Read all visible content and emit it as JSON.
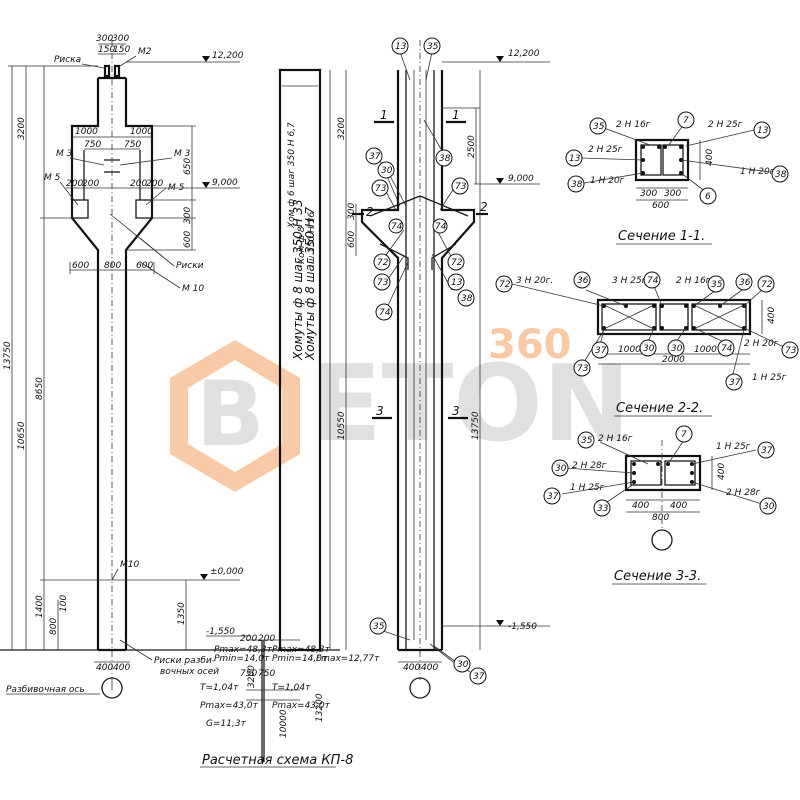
{
  "watermark": {
    "prefix": "B",
    "name": "ETON",
    "accent": "360",
    "accent_color": "#f08a3c"
  },
  "elevation_left": {
    "dim_top_total": "300",
    "dim_top_half_l": "150",
    "dim_top_half_r": "150",
    "dim_top_right": "300",
    "label_riska": "Риска",
    "label_m2": "М2",
    "elev_top": "12,200",
    "elev_console": "9,000",
    "elev_zero": "±0,000",
    "elev_bottom": "-1,550",
    "dim_3200": "3200",
    "dim_13750": "13750",
    "dim_8650": "8650",
    "dim_10650": "10650",
    "dim_1000_l": "1000",
    "dim_1000_r": "1000",
    "dim_750_l": "750",
    "dim_750_r": "750",
    "label_m3_l": "М 3",
    "label_m3_r": "М 3",
    "label_m5_l": "М 5",
    "label_m5_r": "М 5",
    "dim_200a": "200",
    "dim_200b": "200",
    "dim_200c": "200",
    "dim_200d": "200",
    "dim_650": "650",
    "dim_300": "300",
    "dim_600v": "600",
    "dim_600_l": "600",
    "dim_800": "800",
    "dim_600_r": "600",
    "label_riski": "Риски",
    "label_m10_top": "М 10",
    "label_m10_bot": "М10",
    "dim_1400": "1400",
    "dim_800v": "800",
    "dim_100": "100",
    "dim_1350": "1350",
    "dim_400_l": "400",
    "dim_400_r": "400",
    "label_riski_razb": "Риски разби-",
    "label_vochnykh": "вочных осей",
    "label_axis": "Разбивочная ось"
  },
  "elevation_mid": {
    "hatch_main": "Хомуты ф 8 шаг 350 Н 33",
    "hatch_main2": "Хомуты ф 8 шаг 350 Н 7",
    "hatch_top": "Хом ф 6 шаг 350 Н 6,7",
    "hatch_top2": "Хом ф 8",
    "hatch_top3": "ш.150 Н 36",
    "dim_3200": "3200",
    "dim_10550": "10550",
    "dim_13750": "13750",
    "dim_2500": "2500",
    "dim_300": "300",
    "dim_600": "600",
    "dim_400_l": "400",
    "dim_400_r": "400",
    "elev_top": "12,200",
    "elev_console": "9,000",
    "elev_bottom": "-1,550",
    "sec1_l": "1",
    "sec1_r": "1",
    "sec2_l": "2",
    "sec2_r": "2",
    "sec3_l": "3",
    "sec3_r": "3",
    "bubbles": [
      "13",
      "35",
      "38",
      "37",
      "30",
      "73",
      "73",
      "74",
      "74",
      "72",
      "73",
      "72",
      "13",
      "38",
      "74",
      "35",
      "30",
      "37"
    ]
  },
  "calc_scheme": {
    "title": "Расчетная схема КП-8",
    "p1": "Pmax=48,3т",
    "p2": "Pmin=14,0т",
    "p3": "Pmax=48,3т",
    "p4": "Pmin=14,0т",
    "p5": "Fmax=12,77т",
    "t1": "T=1,04т",
    "t2": "T=1,04т",
    "pmax1": "Pmax=43,0т",
    "pmax2": "Pmax=43,0т",
    "g": "G=11,3т",
    "dim_200a": "200",
    "dim_200b": "200",
    "dim_750a": "750",
    "dim_750b": "750",
    "dim_3200": "3200",
    "dim_10000": "10000",
    "dim_13200": "13200",
    "elev": "-1,550"
  },
  "section_1": {
    "title": "Сечение 1-1.",
    "l_2n16": "2 Н 16г",
    "l_2n25_l": "2 Н 25г",
    "l_2n25_r": "2 Н 25г",
    "l_1n20_l": "1 Н 20г",
    "l_1n20_r": "1 Н 20г",
    "dim_300a": "300",
    "dim_300b": "300",
    "dim_600": "600",
    "dim_400": "400",
    "bubbles": [
      "35",
      "7",
      "13",
      "13",
      "38",
      "38",
      "6"
    ]
  },
  "section_2": {
    "title": "Сечение 2-2.",
    "l_3n20": "3 Н 20г.",
    "l_3n25": "3 Н 25г",
    "l_2n16": "2 Н 16г.",
    "l_2n20": "2 Н 20г",
    "l_1n25": "1 Н 25г",
    "dim_1000a": "1000",
    "dim_1000b": "1000",
    "dim_2000": "2000",
    "dim_400": "400",
    "bubbles": [
      "72",
      "36",
      "74",
      "35",
      "36",
      "72",
      "37",
      "30",
      "30",
      "74",
      "73",
      "73",
      "37"
    ]
  },
  "section_3": {
    "title": "Сечение 3-3.",
    "l_2n16": "2 Н 16г",
    "l_1n25_r": "1 Н 25г",
    "l_2n28_l": "2 Н 28г",
    "l_1n25_l": "1 Н 25г",
    "l_2n28_r": "2 Н 28г",
    "dim_400a": "400",
    "dim_400b": "400",
    "dim_800": "800",
    "dim_400v": "400",
    "bubbles": [
      "35",
      "7",
      "37",
      "30",
      "37",
      "33",
      "30"
    ]
  }
}
